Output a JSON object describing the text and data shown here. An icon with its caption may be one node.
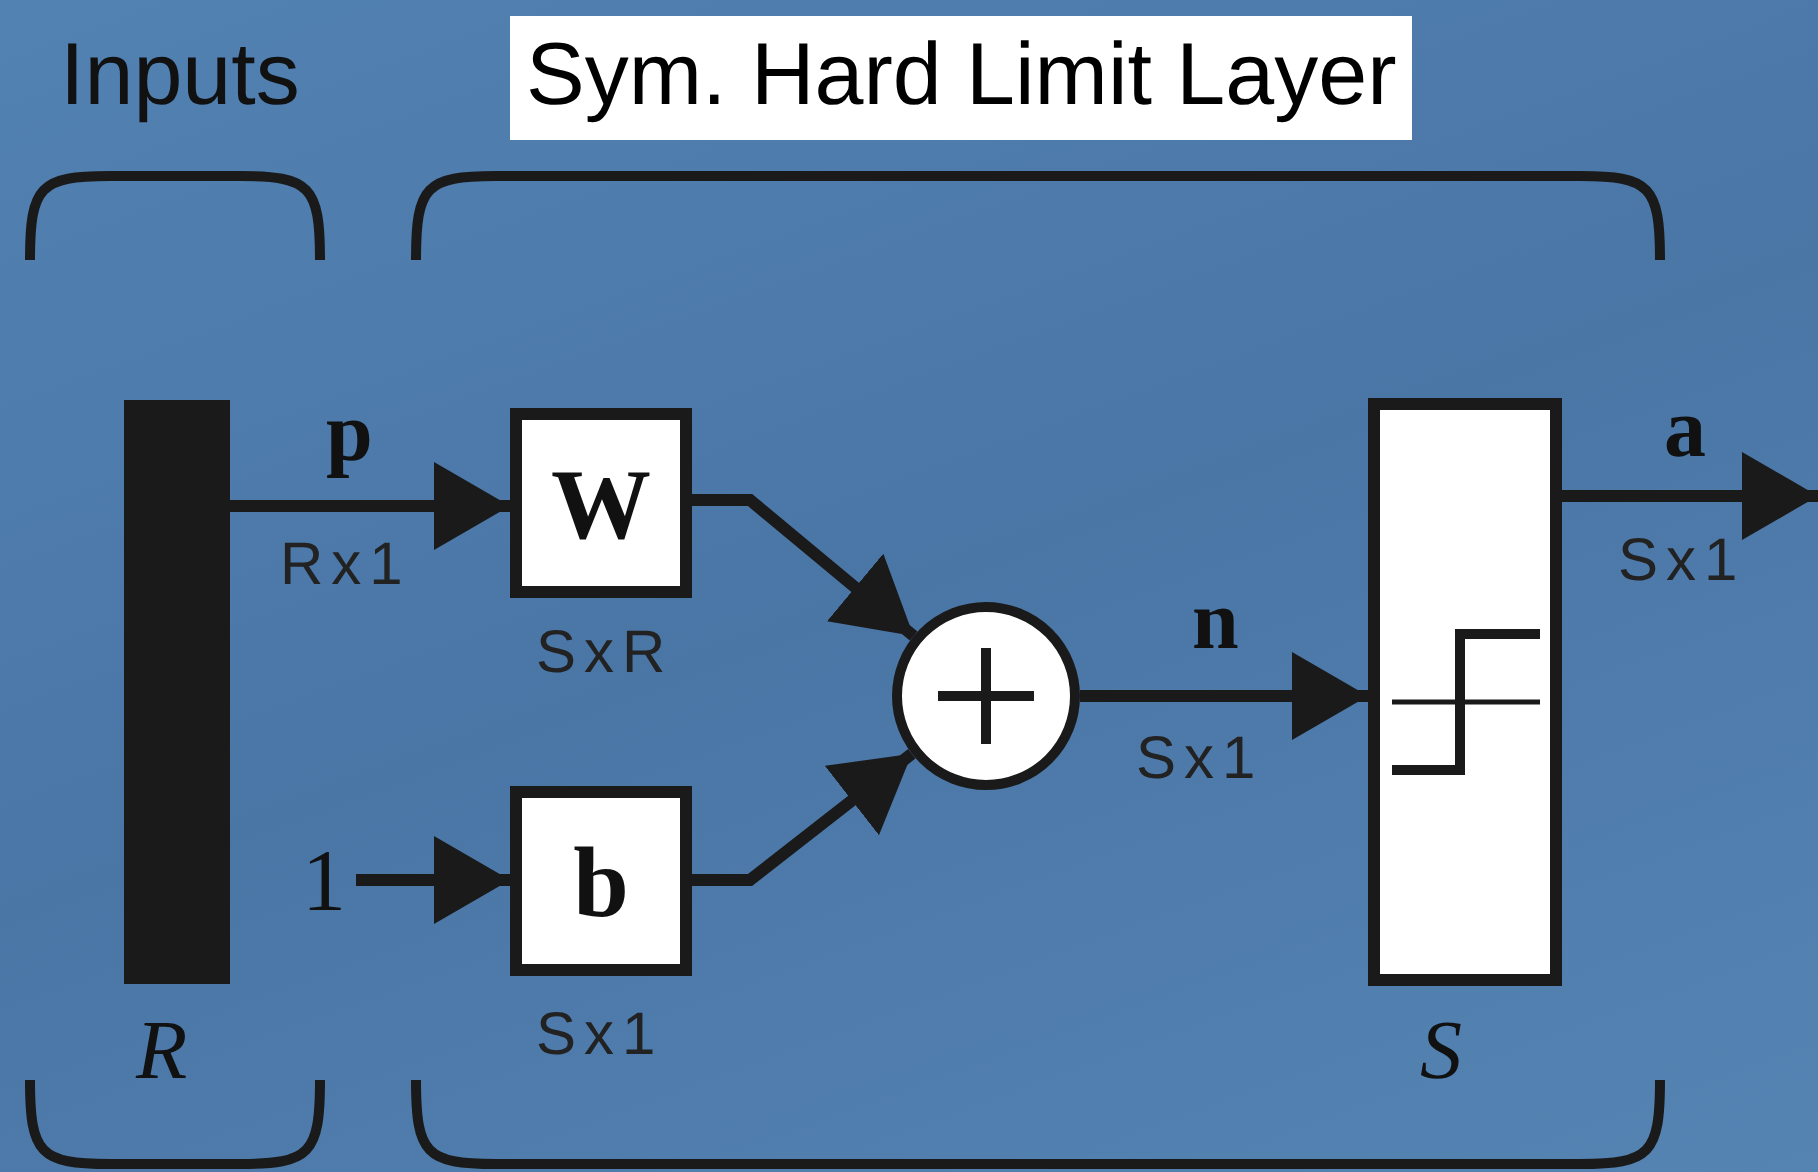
{
  "diagram": {
    "nodes": [
      {
        "text": [],
        "shape": "bar",
        "beside": [
          "R"
        ]
      },
      {
        "text": [
          "W"
        ],
        "beside": [
          "SxR"
        ]
      },
      {
        "text": [
          "1"
        ]
      },
      {
        "text": [
          "b"
        ],
        "beside": [
          "Sx1"
        ]
      },
      {
        "text": [],
        "shape": "circle"
      },
      {
        "text": [],
        "shape": "box",
        "beside": [
          "S"
        ]
      }
    ],
    "edges": [
      {
        "from": 0,
        "to": 1,
        "arrow": "to",
        "label": "p"
      },
      {
        "from": 2,
        "to": 3,
        "arrow": "to"
      },
      {
        "from": 1,
        "to": 4,
        "arrow": "to"
      },
      {
        "from": 3,
        "to": 4,
        "arrow": "to"
      },
      {
        "from": 4,
        "to": 5,
        "arrow": "to",
        "label": "n"
      },
      {
        "from": 5,
        "to": null,
        "arrow": "to",
        "label": "a"
      }
    ],
    "labels": [
      "Inputs",
      "Sym. Hard Limit Layer",
      "Rx1",
      "Sx1",
      "Sx1"
    ]
  }
}
